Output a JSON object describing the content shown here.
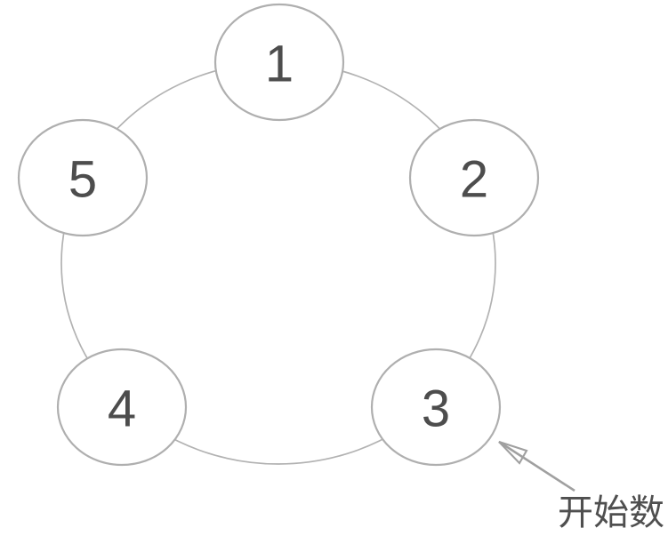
{
  "diagram": {
    "kind": "circular-counting-circle",
    "nodes": [
      {
        "label": "1"
      },
      {
        "label": "2"
      },
      {
        "label": "3"
      },
      {
        "label": "4"
      },
      {
        "label": "5"
      }
    ],
    "annotation": {
      "label": "开始数",
      "target_node": "3"
    },
    "colors": {
      "background": "#ffffff",
      "circle_stroke": "#b2b2b2",
      "node_stroke": "#afafaf",
      "node_fill": "#ffffff",
      "digit": "#4d4d4d",
      "arrow": "#a0a0a0",
      "annotation_text": "#4f4f4f"
    }
  }
}
